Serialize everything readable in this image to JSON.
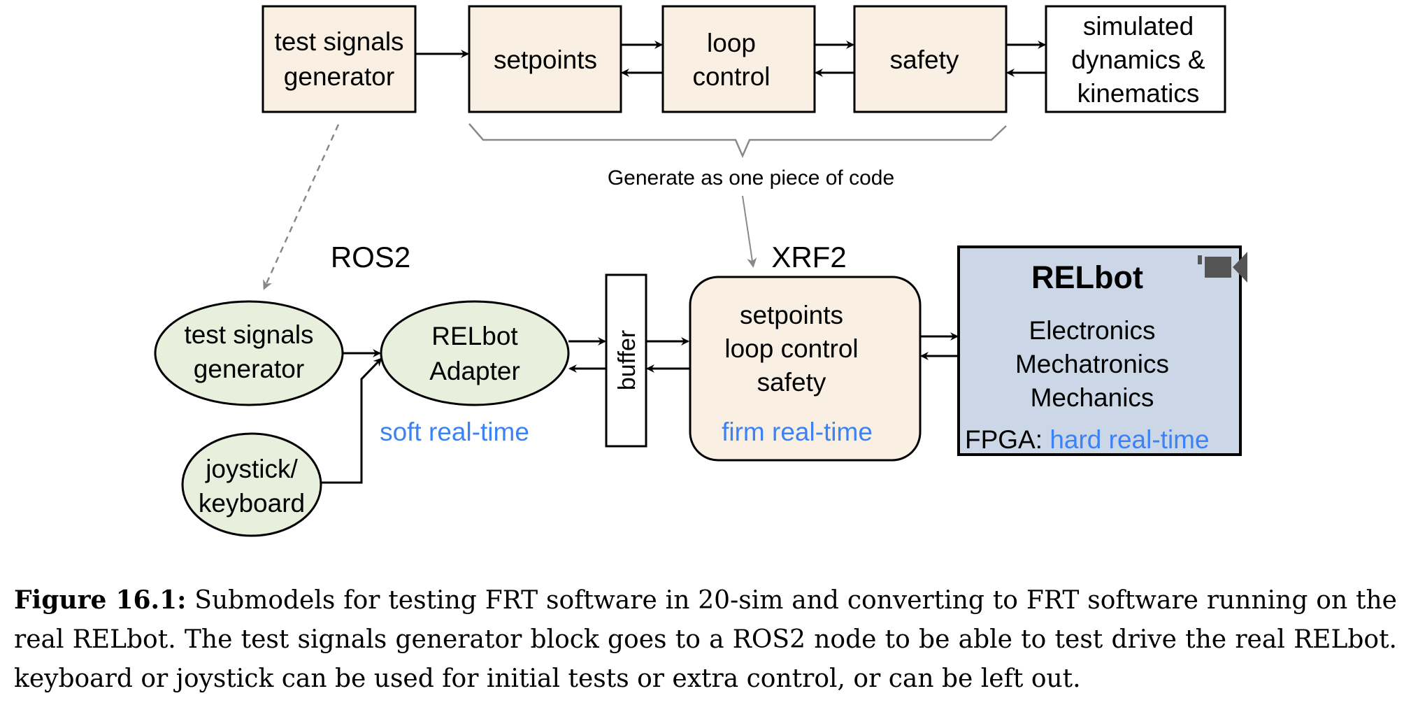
{
  "colors": {
    "cream": "#f9efe3",
    "green": "#e9efdd",
    "blue_box": "#cbd7e7",
    "accent_blue": "#3b82f6",
    "arrow_gray": "#888888",
    "icon_gray": "#555555"
  },
  "top_row": {
    "test_signals_generator": [
      "test signals",
      "generator"
    ],
    "setpoints": [
      "setpoints"
    ],
    "loop_control": [
      "loop",
      "control"
    ],
    "safety": [
      "safety"
    ],
    "simulated": [
      "simulated",
      "dynamics &",
      "kinematics"
    ]
  },
  "brace_label": "Generate as one piece of code",
  "ros2": {
    "label": "ROS2",
    "test_signals_generator": [
      "test signals",
      "generator"
    ],
    "relbot_adapter": [
      "RELbot",
      "Adapter"
    ],
    "joystick_keyboard": [
      "joystick/",
      "keyboard"
    ],
    "timing": "soft real-time"
  },
  "buffer_label": "buffer",
  "xrf2": {
    "label": "XRF2",
    "lines": [
      "setpoints",
      "loop control",
      "safety"
    ],
    "timing": "firm real-time"
  },
  "relbot": {
    "title": "RELbot",
    "lines": [
      "Electronics",
      "Mechatronics",
      "Mechanics"
    ],
    "fpga_prefix": "FPGA: ",
    "timing": "hard real-time",
    "icon": "camera-icon"
  },
  "caption": {
    "label": "Figure 16.1:",
    "text": " Submodels for testing FRT software in 20-sim and converting to FRT software running on the real RELbot.  The test signals generator block goes to a ROS2 node to be able to test drive the real RELbot. keyboard or joystick can be used for initial tests or extra control, or can be left out."
  }
}
